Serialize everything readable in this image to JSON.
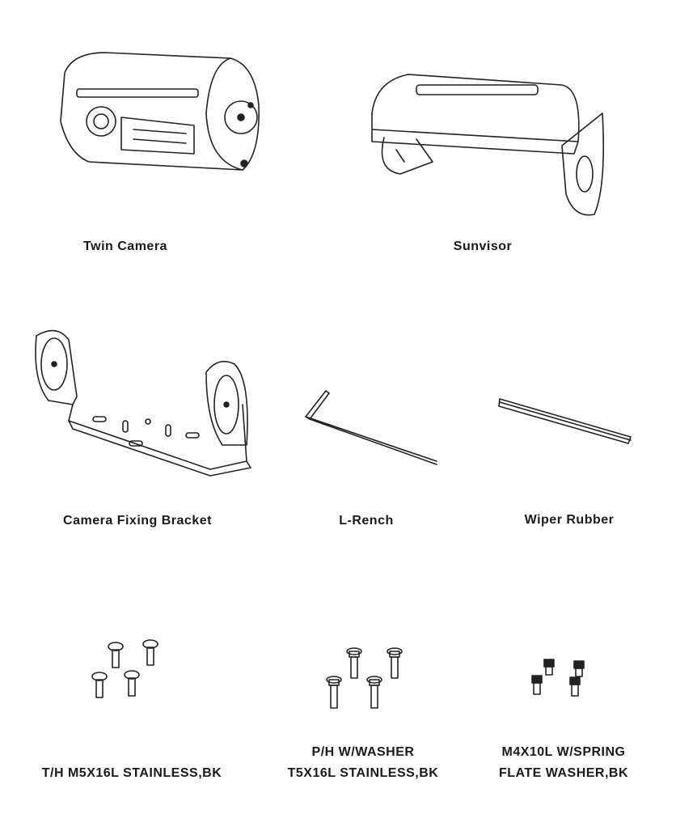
{
  "parts": [
    {
      "label": "Twin Camera",
      "icon": "twin-camera-icon"
    },
    {
      "label": "Sunvisor",
      "icon": "sunvisor-icon"
    },
    {
      "label": "Camera Fixing Bracket",
      "icon": "bracket-icon"
    },
    {
      "label": "L-Rench",
      "icon": "l-wrench-icon"
    },
    {
      "label": "Wiper Rubber",
      "icon": "wiper-rubber-icon"
    },
    {
      "label_lines": [
        "T/H M5X16L STAINLESS,BK"
      ],
      "icon": "screws-icon"
    },
    {
      "label_lines": [
        "P/H W/WASHER",
        "T5X16L STAINLESS,BK"
      ],
      "icon": "washer-screws-icon"
    },
    {
      "label_lines": [
        "M4X10L W/SPRING",
        "FLATE WASHER,BK"
      ],
      "icon": "spring-screws-icon"
    }
  ]
}
